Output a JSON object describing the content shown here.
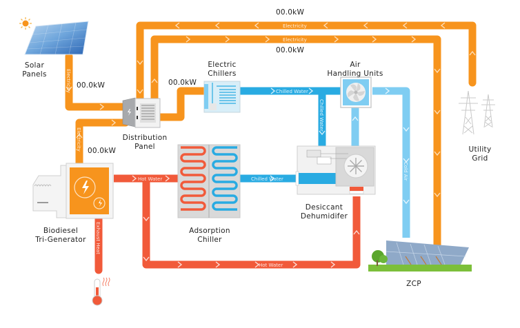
{
  "colors": {
    "electricity": "#f7941d",
    "chilled_water": "#29abe2",
    "cold_air": "#7fcdf2",
    "hot_water": "#f15a3a"
  },
  "readings": {
    "utility_top": "00.0kW",
    "utility_bottom": "00.0kW",
    "solar": "00.0kW",
    "chillers": "00.0kW",
    "trigen": "00.0kW"
  },
  "components": {
    "solar_panels": [
      "Solar",
      "Panels"
    ],
    "distribution_panel": [
      "Distribution",
      "Panel"
    ],
    "electric_chillers": [
      "Electric",
      "Chillers"
    ],
    "air_handling_units": [
      "Air",
      "Handling Units"
    ],
    "utility_grid": [
      "Utility",
      "Grid"
    ],
    "biodiesel_trigen": [
      "Biodiesel",
      "Tri-Generator"
    ],
    "adsorption_chiller": [
      "Adsorption",
      "Chiller"
    ],
    "desiccant_dehumidifier": [
      "Desiccant",
      "Dehumidifer"
    ],
    "zcp": [
      "ZCP"
    ]
  },
  "flows": {
    "electricity": "Electricity",
    "chilled_water": "Chilled Water",
    "hot_water": "Hot Water",
    "cold_air": "Cold Air",
    "exhaust_heat": "Exhaust Heat"
  },
  "icons": {
    "sun": "sun-icon",
    "thermometer": "thermometer-icon",
    "fan": "fan-icon",
    "lightning": "lightning-icon",
    "tower": "power-tower-icon"
  }
}
